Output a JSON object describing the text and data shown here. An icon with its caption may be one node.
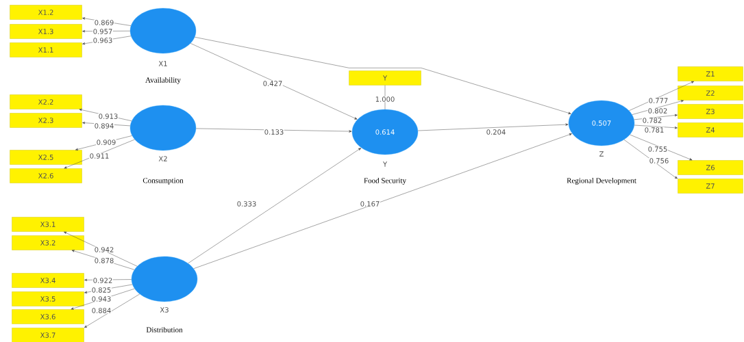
{
  "diagram": {
    "nodes": [
      {
        "text": [
          "X1.2"
        ]
      },
      {
        "text": [
          "X1.3"
        ]
      },
      {
        "text": [
          "X1.1"
        ]
      },
      {
        "text": [],
        "shape": "circle",
        "beside": [
          "X1",
          "Availability"
        ]
      },
      {
        "text": [
          "X2.2"
        ]
      },
      {
        "text": [
          "X2.3"
        ]
      },
      {
        "text": [
          "X2.5"
        ]
      },
      {
        "text": [
          "X2.6"
        ]
      },
      {
        "text": [],
        "shape": "circle",
        "beside": [
          "X2",
          "Consumption"
        ]
      },
      {
        "text": [
          "X3.1"
        ]
      },
      {
        "text": [
          "X3.2"
        ]
      },
      {
        "text": [
          "X3.4"
        ]
      },
      {
        "text": [
          "X3.5"
        ]
      },
      {
        "text": [
          "X3.6"
        ]
      },
      {
        "text": [
          "X3.7"
        ]
      },
      {
        "text": [],
        "shape": "circle",
        "beside": [
          "X3",
          "Distribution"
        ]
      },
      {
        "text": [
          "Y"
        ]
      },
      {
        "text": [
          "0.614"
        ],
        "beside": [
          "Y",
          "Food Security"
        ]
      },
      {
        "text": [
          "0.507"
        ],
        "beside": [
          "Z",
          "Regional Development"
        ]
      },
      {
        "text": [
          "Z1"
        ]
      },
      {
        "text": [
          "Z2"
        ]
      },
      {
        "text": [
          "Z3"
        ]
      },
      {
        "text": [
          "Z4"
        ]
      },
      {
        "text": [
          "Z6"
        ]
      },
      {
        "text": [
          "Z7"
        ]
      }
    ],
    "edges": [
      {
        "from": 3,
        "to": 0,
        "arrow": "to",
        "label": "0.869"
      },
      {
        "from": 3,
        "to": 1,
        "arrow": "to",
        "label": "0.957"
      },
      {
        "from": 3,
        "to": 2,
        "arrow": "to",
        "label": "0.963"
      },
      {
        "from": 8,
        "to": 4,
        "arrow": "to",
        "label": "0.913"
      },
      {
        "from": 8,
        "to": 5,
        "arrow": "to",
        "label": "0.894"
      },
      {
        "from": 8,
        "to": 6,
        "arrow": "to",
        "label": "0.909"
      },
      {
        "from": 8,
        "to": 7,
        "arrow": "to",
        "label": "0.911"
      },
      {
        "from": 15,
        "to": 9,
        "arrow": "to",
        "label": "0.942"
      },
      {
        "from": 15,
        "to": 10,
        "arrow": "to",
        "label": "0.878"
      },
      {
        "from": 15,
        "to": 11,
        "arrow": "to",
        "label": "0.922"
      },
      {
        "from": 15,
        "to": 12,
        "arrow": "to",
        "label": "0.825"
      },
      {
        "from": 15,
        "to": 13,
        "arrow": "to",
        "label": "0.943"
      },
      {
        "from": 15,
        "to": 14,
        "arrow": "to",
        "label": "0.884"
      },
      {
        "from": 18,
        "to": 19,
        "arrow": "to",
        "label": "0.777"
      },
      {
        "from": 18,
        "to": 20,
        "arrow": "to",
        "label": "0.802"
      },
      {
        "from": 18,
        "to": 21,
        "arrow": "to",
        "label": "0.782"
      },
      {
        "from": 18,
        "to": 22,
        "arrow": "to",
        "label": "0.781"
      },
      {
        "from": 18,
        "to": 23,
        "arrow": "to",
        "label": "0.755"
      },
      {
        "from": 18,
        "to": 24,
        "arrow": "to",
        "label": "0.756"
      },
      {
        "from": 3,
        "to": 17,
        "arrow": "to",
        "label": "0.427"
      },
      {
        "from": 8,
        "to": 17,
        "arrow": "to",
        "label": "0.133"
      },
      {
        "from": 15,
        "to": 17,
        "arrow": "to",
        "label": "0.333"
      },
      {
        "from": 17,
        "to": 18,
        "arrow": "to",
        "label": "0.204"
      },
      {
        "from": 15,
        "to": 18,
        "arrow": "to",
        "label": "0.167"
      },
      {
        "from": 3,
        "to": 18,
        "arrow": "to"
      },
      {
        "from": 17,
        "to": 16,
        "arrow": "none",
        "label": "1.000"
      }
    ]
  }
}
